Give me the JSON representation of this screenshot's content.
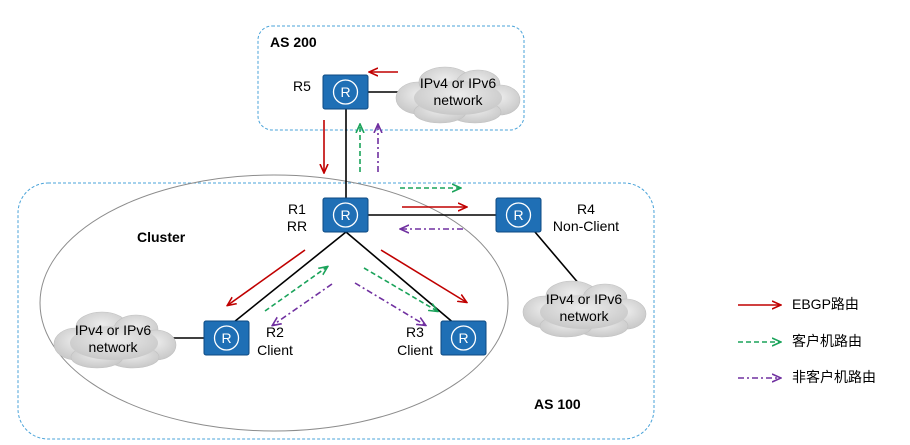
{
  "as200": {
    "label": "AS 200"
  },
  "as100": {
    "label": "AS 100"
  },
  "cluster": {
    "label": "Cluster"
  },
  "routers": {
    "r5": {
      "name": "R5",
      "role": ""
    },
    "r1": {
      "name": "R1",
      "role": "RR"
    },
    "r4": {
      "name": "R4",
      "role": "Non-Client"
    },
    "r2": {
      "name": "R2",
      "role": "Client"
    },
    "r3": {
      "name": "R3",
      "role": "Client"
    }
  },
  "router_symbol": "R",
  "networks": {
    "top": {
      "line1": "IPv4 or IPv6",
      "line2": "network"
    },
    "right": {
      "line1": "IPv4 or IPv6",
      "line2": "network"
    },
    "left": {
      "line1": "IPv4 or IPv6",
      "line2": "network"
    }
  },
  "legend": {
    "ebgp": "EBGP路由",
    "client": "客户机路由",
    "nonclient": "非客户机路由"
  },
  "colors": {
    "router_fill": "#1f6fb5",
    "router_stroke": "#0d4a82",
    "ebgp": "#c00000",
    "client": "#1aa35a",
    "nonclient": "#7030a0",
    "boundary": "#4aa3d9",
    "cloud": "#d9d9d9"
  }
}
